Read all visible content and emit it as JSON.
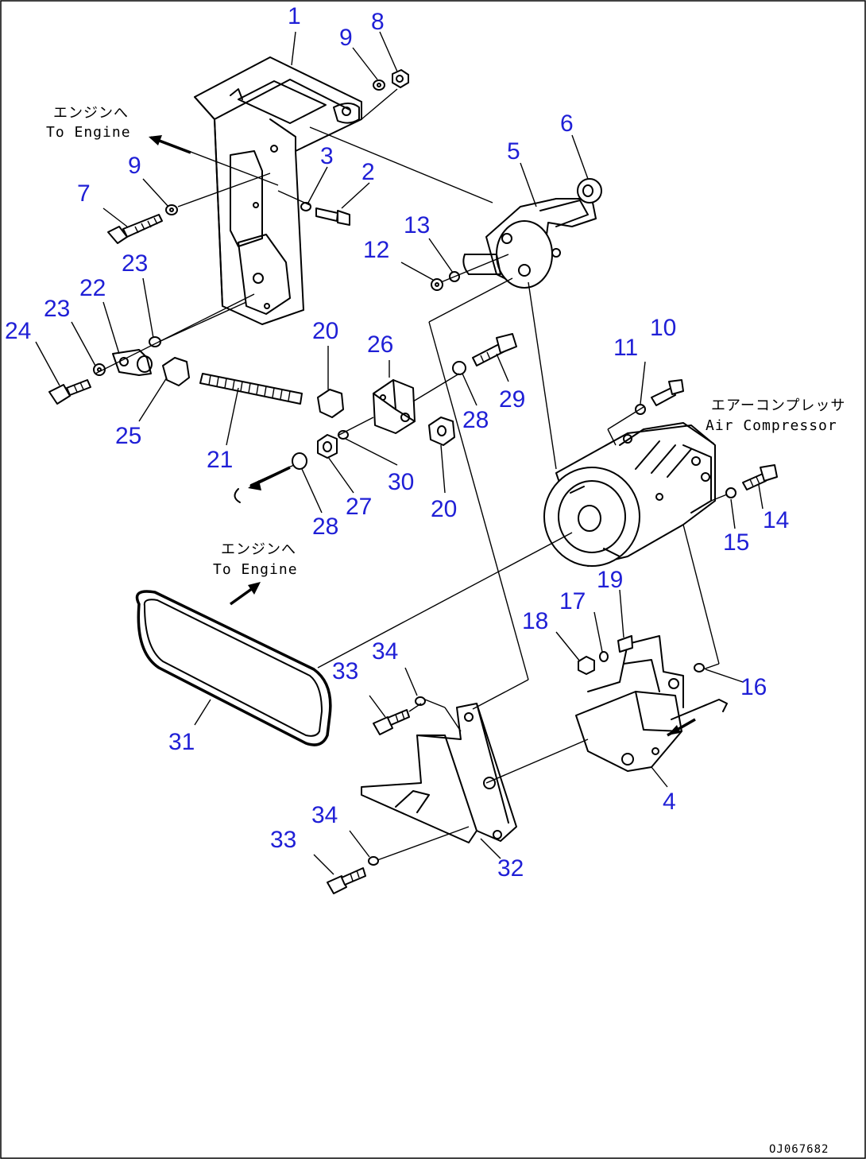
{
  "notes": {
    "to_engine_1_jp": "エンジンへ",
    "to_engine_1_en": "To Engine",
    "to_engine_2_jp": "エンジンへ",
    "to_engine_2_en": "To Engine",
    "air_compressor_jp": "エアーコンプレッサ",
    "air_compressor_en": "Air Compressor",
    "drawing_code": "OJ067682"
  },
  "callouts": [
    {
      "id": "c1",
      "label": "1"
    },
    {
      "id": "c2",
      "label": "2"
    },
    {
      "id": "c3",
      "label": "3"
    },
    {
      "id": "c4",
      "label": "4"
    },
    {
      "id": "c5",
      "label": "5"
    },
    {
      "id": "c6",
      "label": "6"
    },
    {
      "id": "c7",
      "label": "7"
    },
    {
      "id": "c8",
      "label": "8"
    },
    {
      "id": "c9a",
      "label": "9"
    },
    {
      "id": "c9b",
      "label": "9"
    },
    {
      "id": "c10",
      "label": "10"
    },
    {
      "id": "c11",
      "label": "11"
    },
    {
      "id": "c12",
      "label": "12"
    },
    {
      "id": "c13",
      "label": "13"
    },
    {
      "id": "c14",
      "label": "14"
    },
    {
      "id": "c15",
      "label": "15"
    },
    {
      "id": "c16",
      "label": "16"
    },
    {
      "id": "c17",
      "label": "17"
    },
    {
      "id": "c18",
      "label": "18"
    },
    {
      "id": "c19",
      "label": "19"
    },
    {
      "id": "c20a",
      "label": "20"
    },
    {
      "id": "c20b",
      "label": "20"
    },
    {
      "id": "c21",
      "label": "21"
    },
    {
      "id": "c22",
      "label": "22"
    },
    {
      "id": "c23a",
      "label": "23"
    },
    {
      "id": "c23b",
      "label": "23"
    },
    {
      "id": "c24",
      "label": "24"
    },
    {
      "id": "c25",
      "label": "25"
    },
    {
      "id": "c26",
      "label": "26"
    },
    {
      "id": "c27",
      "label": "27"
    },
    {
      "id": "c28a",
      "label": "28"
    },
    {
      "id": "c28b",
      "label": "28"
    },
    {
      "id": "c29",
      "label": "29"
    },
    {
      "id": "c30",
      "label": "30"
    },
    {
      "id": "c31",
      "label": "31"
    },
    {
      "id": "c32",
      "label": "32"
    },
    {
      "id": "c33a",
      "label": "33"
    },
    {
      "id": "c33b",
      "label": "33"
    },
    {
      "id": "c34a",
      "label": "34"
    },
    {
      "id": "c34b",
      "label": "34"
    }
  ]
}
